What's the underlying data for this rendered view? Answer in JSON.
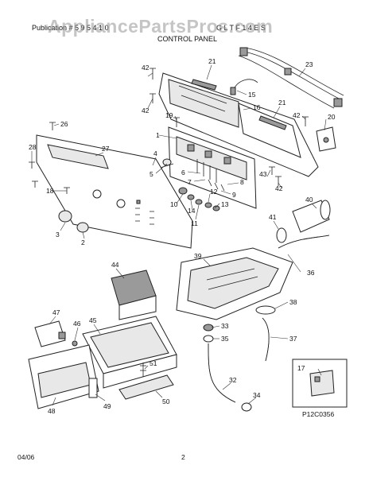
{
  "header": {
    "publication": "Publication # 5 9 5 4 1 0",
    "model_fragment": "G L T F 1 4 E S",
    "section_title": "CONTROL PANEL"
  },
  "watermark": "AppliancePartsPros.com",
  "callouts": [
    "1",
    "2",
    "3",
    "4",
    "5",
    "6",
    "7",
    "8",
    "9",
    "10",
    "11",
    "12",
    "13",
    "14",
    "15",
    "16",
    "17",
    "18",
    "19",
    "20",
    "21",
    "21",
    "23",
    "26",
    "27",
    "28",
    "32",
    "33",
    "34",
    "35",
    "36",
    "37",
    "38",
    "39",
    "40",
    "41",
    "42",
    "42",
    "42",
    "42",
    "43",
    "44",
    "45",
    "46",
    "47",
    "48",
    "49",
    "50",
    "51"
  ],
  "diagram_code": "P12C0356",
  "footer": {
    "date": "04/06",
    "page": "2"
  }
}
